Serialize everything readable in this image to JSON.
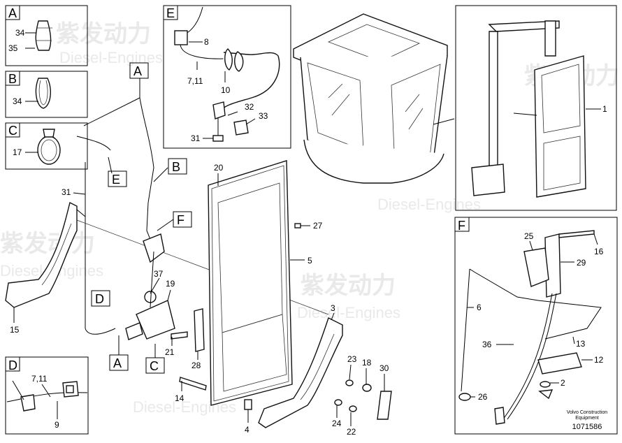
{
  "watermark": {
    "line1": "紫发动力",
    "line2": "Diesel-Engines"
  },
  "footer": {
    "brand_line1": "Volvo Construction",
    "brand_line2": "Equipment",
    "doc_number": "1071586"
  },
  "panels": {
    "A": {
      "letter": "A",
      "labels": [
        "34",
        "35"
      ]
    },
    "B": {
      "letter": "B",
      "labels": [
        "34"
      ]
    },
    "C": {
      "letter": "C",
      "labels": [
        "17"
      ]
    },
    "D": {
      "letter": "D",
      "labels": [
        "7,11",
        "9"
      ]
    },
    "E": {
      "letter": "E",
      "labels": [
        "8",
        "7,11",
        "10",
        "32",
        "33",
        "31"
      ]
    },
    "F": {
      "letter": "F",
      "labels": [
        "25",
        "16",
        "29",
        "6",
        "36",
        "13",
        "12",
        "2",
        "26",
        "1071586"
      ]
    }
  },
  "callouts": {
    "A_top": "A",
    "B": "B",
    "E": "E",
    "F": "F",
    "D": "D",
    "A_bottom": "A",
    "C": "C"
  },
  "main_labels": {
    "l31": "31",
    "l15": "15",
    "l20": "20",
    "l5": "5",
    "l27": "27",
    "l37": "37",
    "l19": "19",
    "l21": "21",
    "l28": "28",
    "l14": "14",
    "l4": "4",
    "l3": "3",
    "l23": "23",
    "l18": "18",
    "l30": "30",
    "l24": "24",
    "l22": "22",
    "l1": "1",
    "f25": "25",
    "f16": "16",
    "f29": "29",
    "f6": "6",
    "f36": "36",
    "f13": "13",
    "f12": "12",
    "f2": "2",
    "f26": "26"
  }
}
